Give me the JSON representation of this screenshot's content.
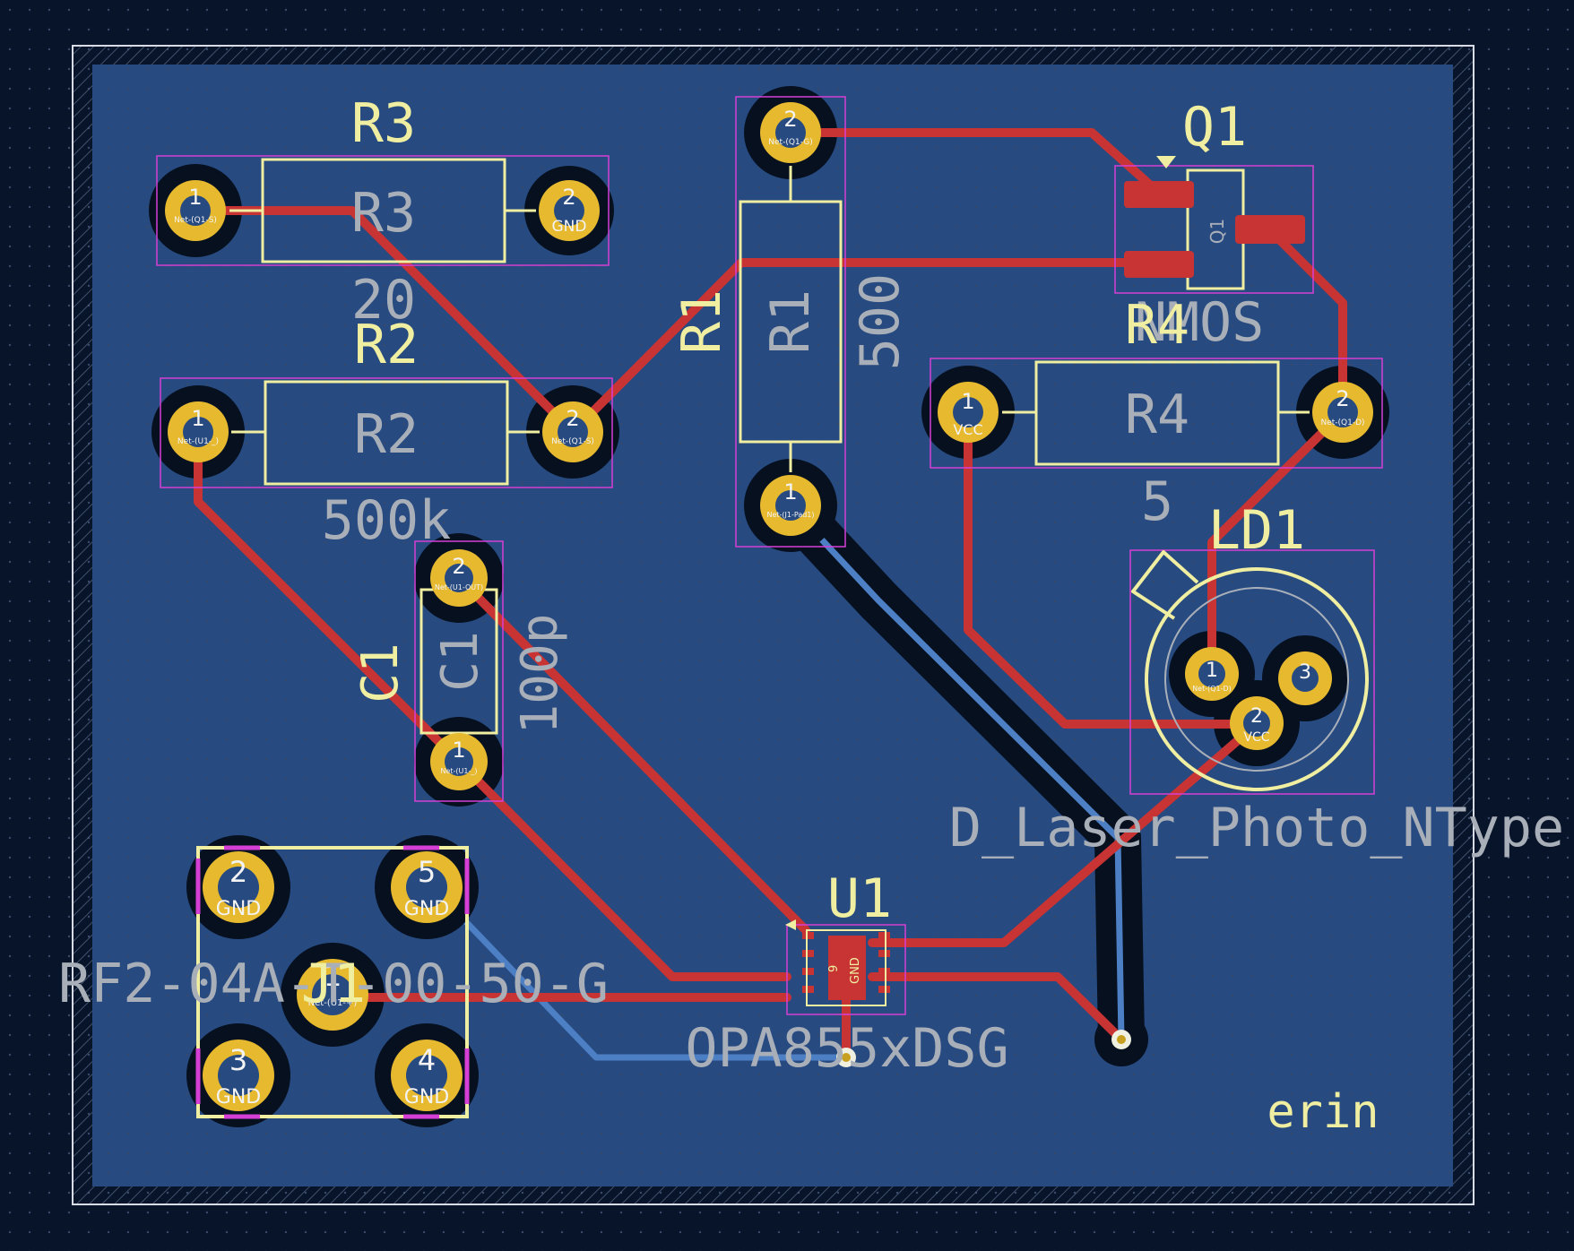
{
  "colors": {
    "background": "#071429",
    "dot_grid": "#3a4a6a",
    "board_fill": "#274a80",
    "edge_cut": "#d8dce6",
    "front_copper": "#c83434",
    "back_copper": "#4d7fc4",
    "pad_gold": "#e6b92f",
    "pad_clearance": "#06101f",
    "silkscreen": "#f0eea0",
    "fab_text": "#a9afb8",
    "courtyard": "#d63fd6"
  },
  "components": {
    "R3": {
      "ref": "R3",
      "body": "R3",
      "value": "20",
      "pad1": "1",
      "pad1_net": "Net-(Q1-S)",
      "pad2": "2",
      "pad2_net": "GND"
    },
    "R2": {
      "ref": "R2",
      "body": "R2",
      "value": "500k",
      "pad1": "1",
      "pad1_net": "Net-(U1-_)",
      "pad2": "2",
      "pad2_net": "Net-(Q1-S)"
    },
    "R1": {
      "ref": "R1",
      "body": "R1",
      "value": "500",
      "pad1": "1",
      "pad1_net": "Net-(J1-Pad1)",
      "pad2": "2",
      "pad2_net": "Net-(Q1-G)"
    },
    "Q1": {
      "ref": "Q1",
      "body": "Q1",
      "value": "NMOS"
    },
    "R4": {
      "ref": "R4",
      "body": "R4",
      "value": "5",
      "pad1": "1",
      "pad1_net": "VCC",
      "pad2": "2",
      "pad2_net": "Net-(Q1-D)"
    },
    "LD1": {
      "ref": "LD1",
      "value": "D_Laser_Photo_NType",
      "pad1": "1",
      "pad1_net": "Net-(Q1-D)",
      "pad2": "2",
      "pad2_net": "VCC",
      "pad3": "3"
    },
    "C1": {
      "ref": "C1",
      "body": "C1",
      "value": "100p",
      "pad1": "1",
      "pad1_net": "Net-(U1-_)",
      "pad2": "2",
      "pad2_net": "Net-(U1-OUT)"
    },
    "U1": {
      "ref": "U1",
      "value": "OPA855xDSG",
      "ep_number": "9",
      "ep_net": "GND"
    },
    "J1": {
      "ref": "J1",
      "value": "RF2-04A-T-00-50-G",
      "pad1": "1",
      "pad1_net": "Net-(U1-+)",
      "pads": [
        {
          "num": "2",
          "net": "GND"
        },
        {
          "num": "5",
          "net": "GND"
        },
        {
          "num": "3",
          "net": "GND"
        },
        {
          "num": "4",
          "net": "GND"
        }
      ]
    }
  },
  "author_text": "erin"
}
